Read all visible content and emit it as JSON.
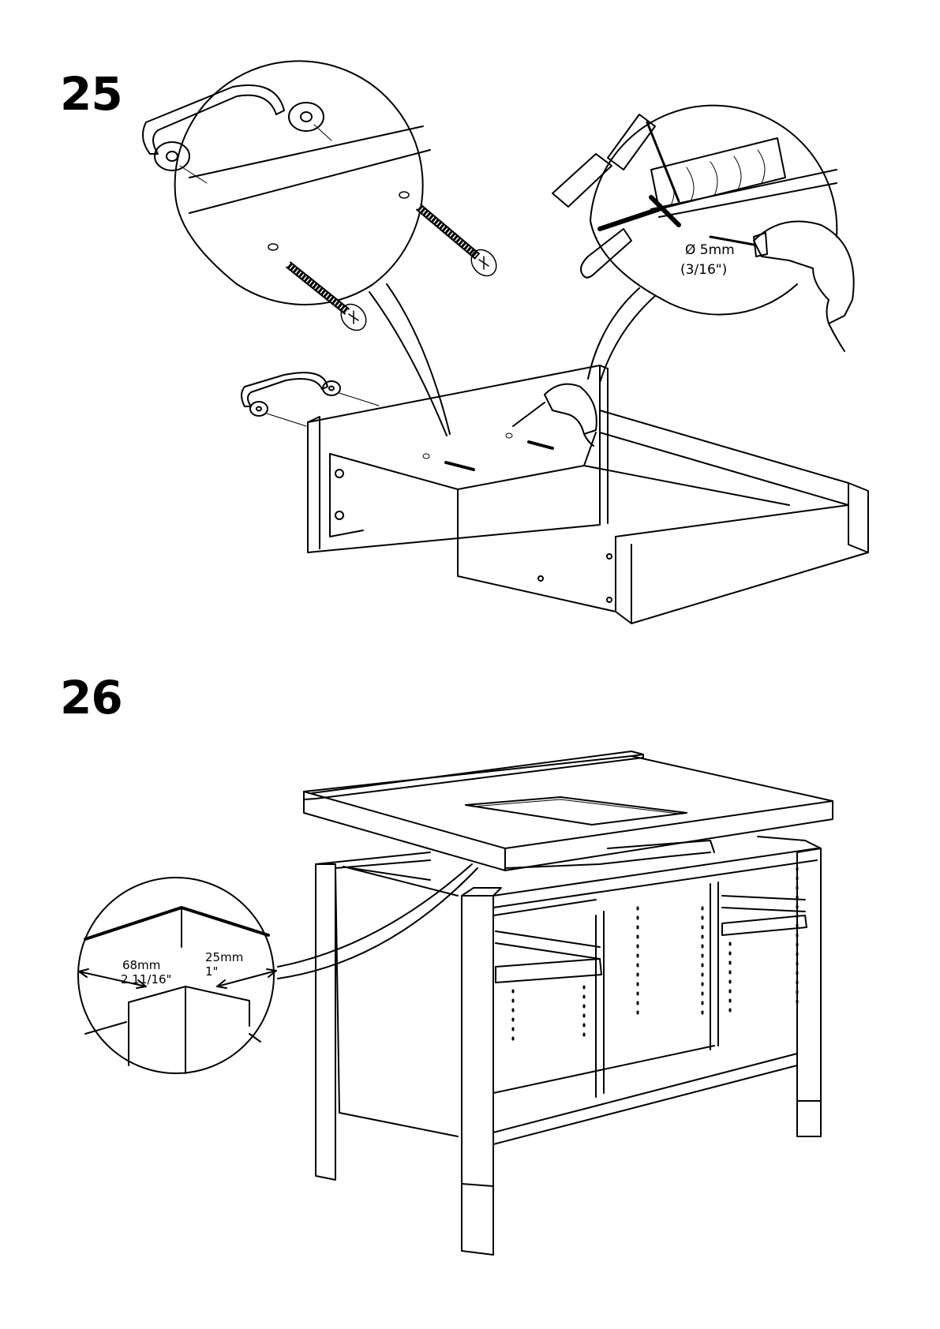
{
  "steps": [
    {
      "number": "25"
    },
    {
      "number": "26"
    }
  ],
  "step25": {
    "drill_diameter_metric": "Ø 5mm",
    "drill_diameter_imperial": "(3/16\")"
  },
  "step26": {
    "dim_width_metric": "68mm",
    "dim_width_imperial": "2 11/16\"",
    "dim_depth_metric": "25mm",
    "dim_depth_imperial": "1\""
  },
  "colors": {
    "line": "#000000",
    "background": "#ffffff"
  }
}
